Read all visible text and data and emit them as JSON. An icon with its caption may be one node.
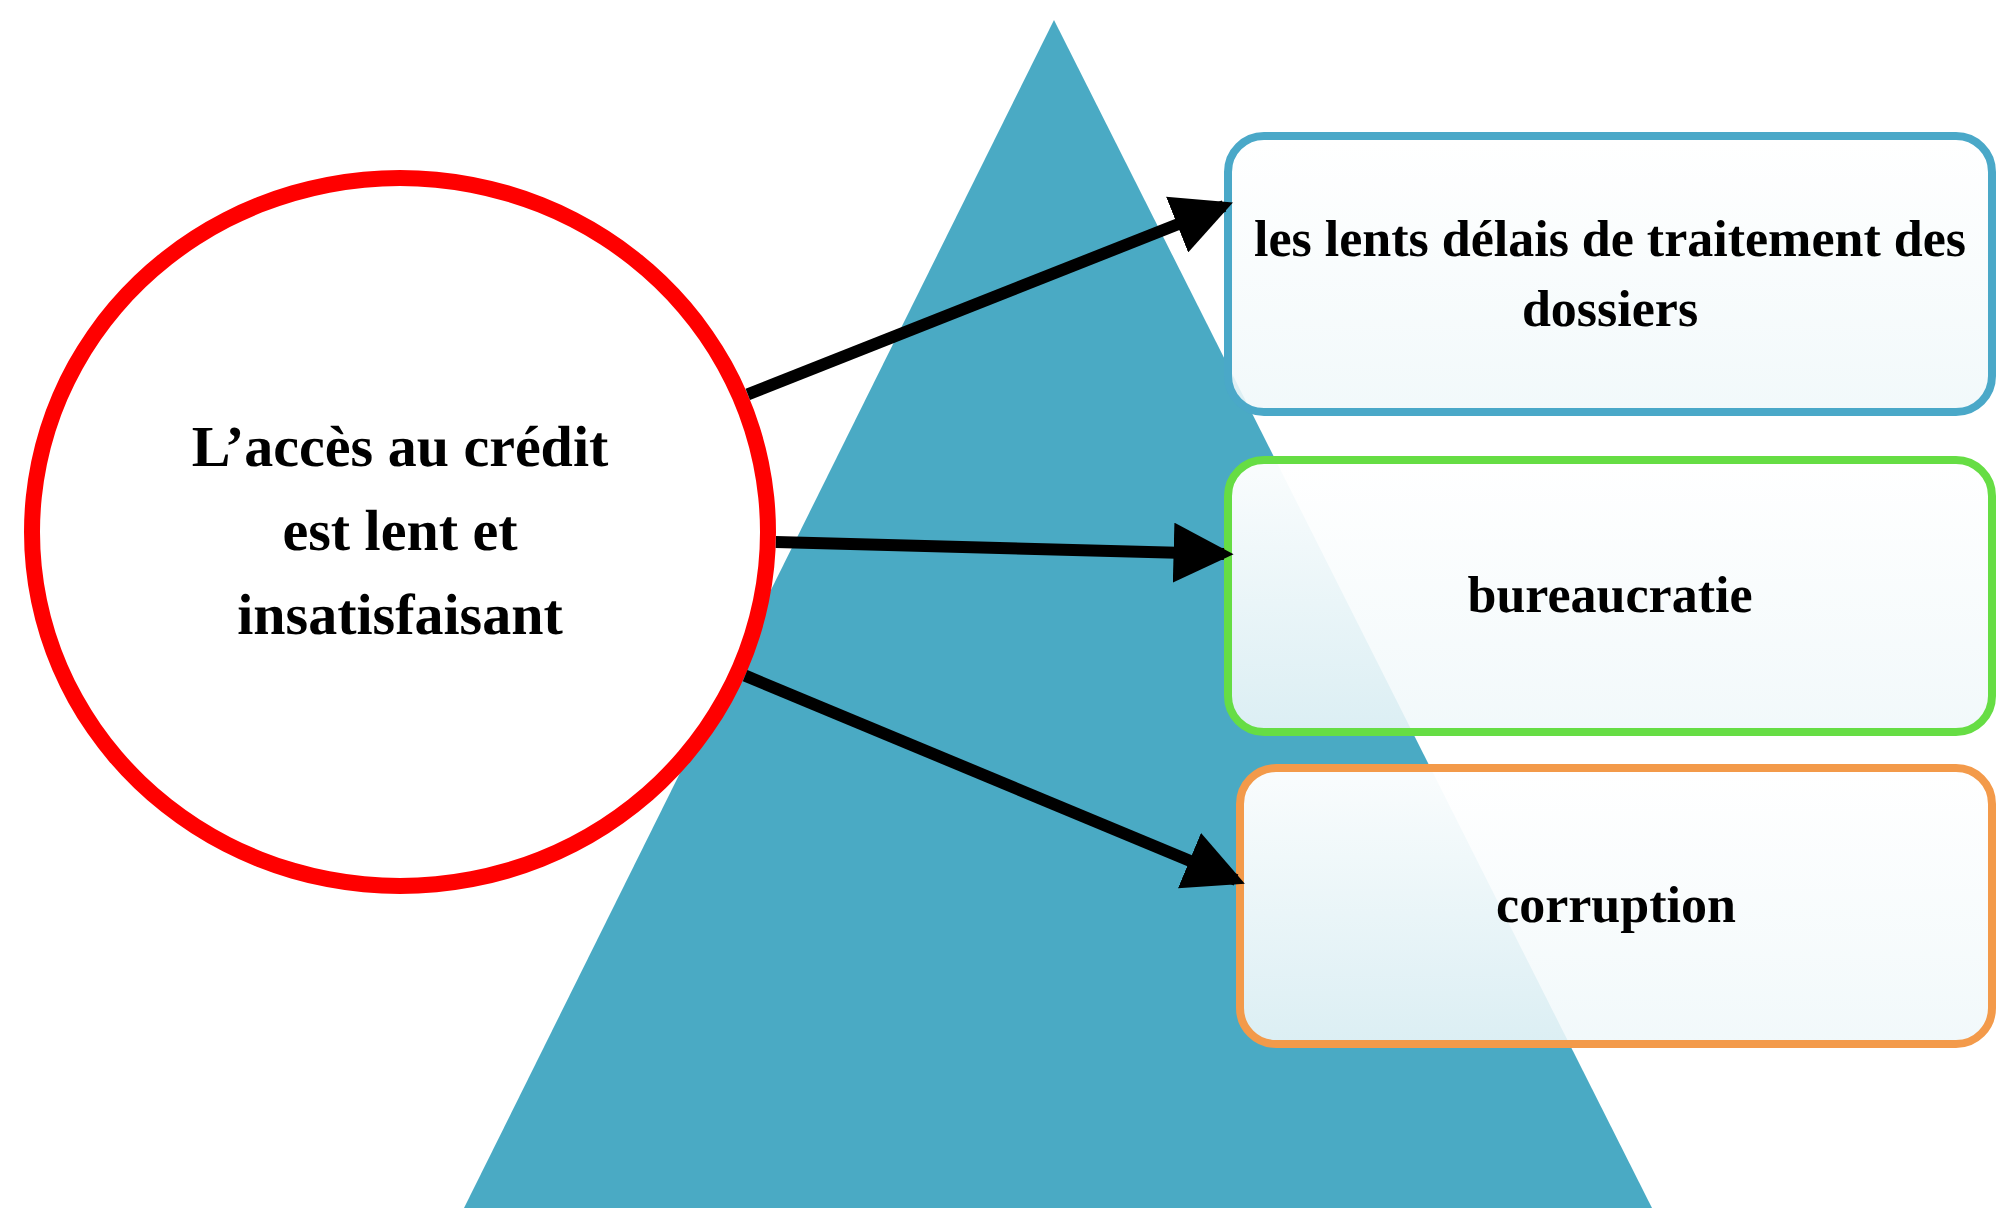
{
  "diagram": {
    "nodes": [
      {
        "text": [
          "L’accès au crédit est lent et insatisfaisant"
        ]
      },
      {
        "text": [
          "les lents délais de traitement des dossiers"
        ]
      },
      {
        "text": [
          "bureaucratie"
        ]
      },
      {
        "text": [
          "corruption"
        ]
      }
    ],
    "edges": [
      {
        "from": 0,
        "to": 1,
        "arrow": "to"
      },
      {
        "from": 0,
        "to": 2,
        "arrow": "to"
      },
      {
        "from": 0,
        "to": 3,
        "arrow": "to"
      }
    ]
  }
}
